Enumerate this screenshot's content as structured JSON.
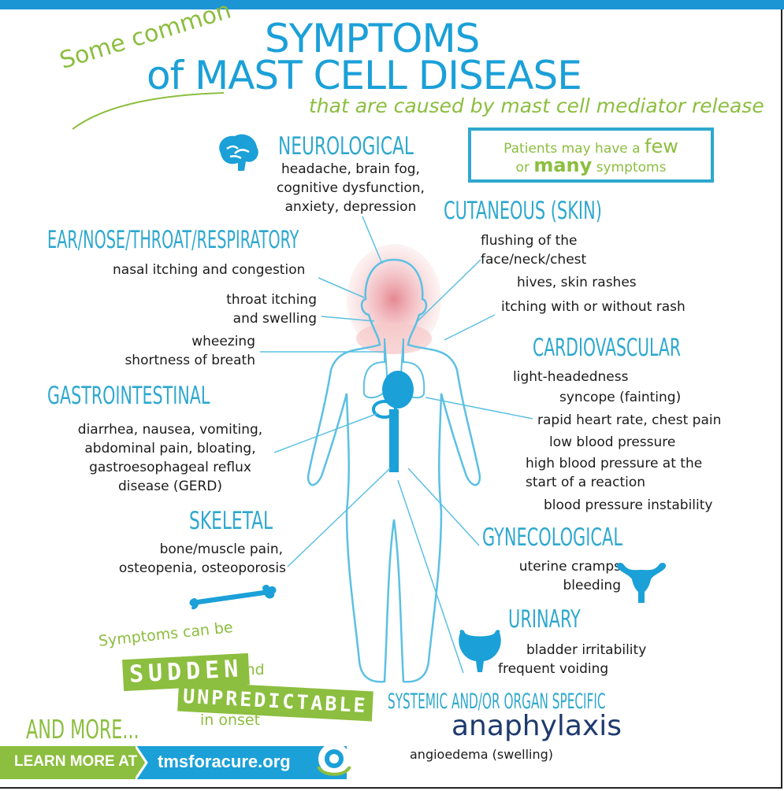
{
  "title": {
    "prefix": "Some common",
    "line1": "SYMPTOMS",
    "line2": "of MAST CELL DISEASE",
    "subtitle": "that are caused by mast cell mediator release"
  },
  "callout": {
    "part1": "Patients may have a",
    "few": "few",
    "or": "or",
    "many": "many",
    "part2": "symptoms"
  },
  "neurological": {
    "heading": "NEUROLOGICAL",
    "lines": [
      "headache, brain fog,",
      "cognitive dysfunction,",
      "anxiety, depression"
    ]
  },
  "ent": {
    "heading": "EAR/NOSE/THROAT/RESPIRATORY",
    "item1": "nasal itching and congestion",
    "item2": [
      "throat itching",
      "and swelling"
    ],
    "item3": [
      "wheezing",
      "shortness of breath"
    ]
  },
  "cutaneous": {
    "heading": "CUTANEOUS (SKIN)",
    "item1": [
      "flushing of the",
      "face/neck/chest"
    ],
    "item2": "hives, skin rashes",
    "item3": "itching with or without rash"
  },
  "cardiovascular": {
    "heading": "CARDIOVASCULAR",
    "items": [
      "light-headedness",
      "syncope (fainting)",
      "rapid heart rate, chest pain",
      "low blood pressure",
      "high blood pressure at the",
      "start of a reaction",
      "blood pressure instability"
    ]
  },
  "gastro": {
    "heading": "GASTROINTESTINAL",
    "lines": [
      "diarrhea, nausea, vomiting,",
      "abdominal pain, bloating,",
      "gastroesophageal reflux",
      "disease (GERD)"
    ]
  },
  "skeletal": {
    "heading": "SKELETAL",
    "lines": [
      "bone/muscle pain,",
      "osteopenia, osteoporosis"
    ]
  },
  "gynecological": {
    "heading": "GYNECOLOGICAL",
    "lines": [
      "uterine cramps",
      "bleeding"
    ]
  },
  "urinary": {
    "heading": "URINARY",
    "lines": [
      "bladder irritability",
      "frequent voiding"
    ]
  },
  "systemic": {
    "heading": "SYSTEMIC AND/OR ORGAN SPECIFIC",
    "main": "anaphylaxis",
    "sub": "angioedema (swelling)"
  },
  "sudden": {
    "line1": "Symptoms can be",
    "sudden": "SUDDEN",
    "and": "and",
    "unpredictable": "UNPREDICTABLE",
    "onset": "in onset"
  },
  "more": "AND MORE...",
  "learn": {
    "label": "LEARN MORE AT",
    "url": "tmsforacure.org"
  },
  "colors": {
    "blue": "#1ba0d8",
    "green": "#8cbe3f",
    "outline": "#2ea8cf"
  }
}
